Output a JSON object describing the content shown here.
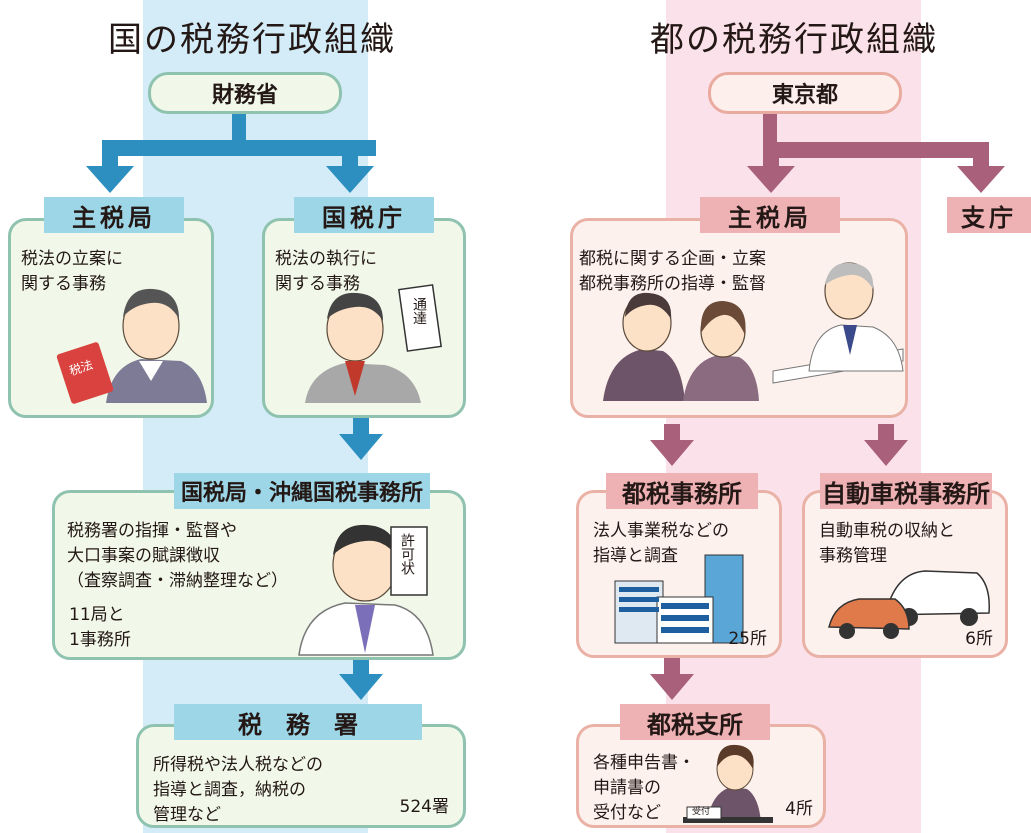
{
  "colors": {
    "national_arrow": "#2c8fbf",
    "tokyo_arrow": "#a9607a",
    "national_band": "#d3ecf8",
    "tokyo_band": "#fbe2ea"
  },
  "national": {
    "title": "国の税務行政組織",
    "root": "財務省",
    "shuzeikyoku": {
      "label": "主税局",
      "text": "税法の立案に\n関する事務",
      "book_text": "税法"
    },
    "kokuzeicho": {
      "label": "国税庁",
      "text": "税法の執行に\n関する事務",
      "doc_text": "通達"
    },
    "kokuzeikyoku": {
      "label": "国税局・沖縄国税事務所",
      "text": "税務署の指揮・監督や\n大口事案の賦課徴収\n（査察調査・滞納整理など）",
      "count_text": "11局と\n1事務所",
      "doc_text": "許可状"
    },
    "zeimusho": {
      "label": "税　務　署",
      "text": "所得税や法人税などの\n指導と調査，納税の\n管理など",
      "count": "524署"
    }
  },
  "tokyo": {
    "title": "都の税務行政組織",
    "root": "東京都",
    "shuzeikyoku": {
      "label": "主税局",
      "text": "都税に関する企画・立案\n都税事務所の指導・監督"
    },
    "shicho": {
      "label": "支庁"
    },
    "tozei_jimusho": {
      "label": "都税事務所",
      "text": "法人事業税などの\n指導と調査",
      "count": "25所"
    },
    "jidosha": {
      "label": "自動車税事務所",
      "text": "自動車税の収納と\n事務管理",
      "count": "6所"
    },
    "shisho": {
      "label": "都税支所",
      "text": "各種申告書・\n申請書の\n受付など",
      "count": "4所",
      "counter_text": "受付"
    }
  }
}
